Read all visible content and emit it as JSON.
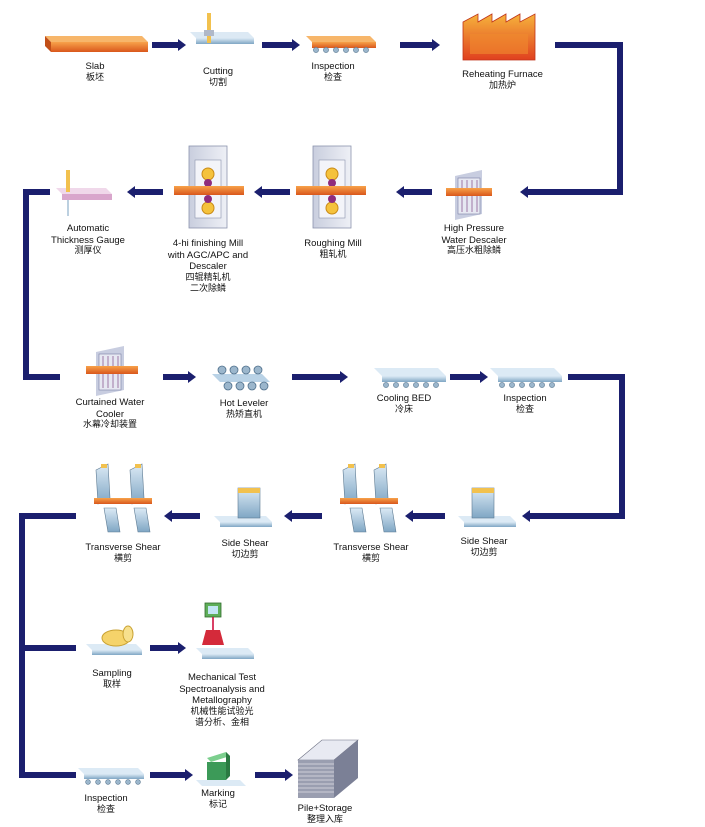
{
  "steps": {
    "slab": {
      "en": [
        "Slab"
      ],
      "zh": [
        "板坯"
      ]
    },
    "cutting": {
      "en": [
        "Cutting"
      ],
      "zh": [
        "切割"
      ]
    },
    "inspection1": {
      "en": [
        "Inspection"
      ],
      "zh": [
        "检查"
      ]
    },
    "reheating": {
      "en": [
        "Reheating Furnace"
      ],
      "zh": [
        "加热炉"
      ]
    },
    "descaler": {
      "en": [
        "High Pressure",
        "Water Descaler"
      ],
      "zh": [
        "高压水粗除鳞"
      ]
    },
    "roughing": {
      "en": [
        "Roughing Mill"
      ],
      "zh": [
        "粗轧机"
      ]
    },
    "finishing": {
      "en": [
        "4-hi finishing Mill",
        "with AGC/APC and",
        "Descaler"
      ],
      "zh": [
        "四辊精轧机",
        "二次除鳞"
      ]
    },
    "gauge": {
      "en": [
        "Automatic",
        "Thickness Gauge"
      ],
      "zh": [
        "测厚仪"
      ]
    },
    "cooler": {
      "en": [
        "Curtained Water",
        "Cooler"
      ],
      "zh": [
        "水幕冷却装置"
      ]
    },
    "leveler": {
      "en": [
        "Hot Leveler"
      ],
      "zh": [
        "热矫直机"
      ]
    },
    "coolingbed": {
      "en": [
        "Cooling BED"
      ],
      "zh": [
        "冷床"
      ]
    },
    "inspection2": {
      "en": [
        "Inspection"
      ],
      "zh": [
        "检查"
      ]
    },
    "sideshear1": {
      "en": [
        "Side Shear"
      ],
      "zh": [
        "切边剪"
      ]
    },
    "transshear1": {
      "en": [
        "Transverse Shear"
      ],
      "zh": [
        "横剪"
      ]
    },
    "sideshear2": {
      "en": [
        "Side Shear"
      ],
      "zh": [
        "切边剪"
      ]
    },
    "transshear2": {
      "en": [
        "Transverse Shear"
      ],
      "zh": [
        "横剪"
      ]
    },
    "sampling": {
      "en": [
        "Sampling"
      ],
      "zh": [
        "取样"
      ]
    },
    "mechtest": {
      "en": [
        "Mechanical Test",
        "Spectroanalysis and",
        "Metallography"
      ],
      "zh": [
        "机械性能试验光",
        "谱分析、金相"
      ]
    },
    "inspection3": {
      "en": [
        "Inspection"
      ],
      "zh": [
        "检查"
      ]
    },
    "marking": {
      "en": [
        "Marking"
      ],
      "zh": [
        "标记"
      ]
    },
    "pile": {
      "en": [
        "Pile+Storage"
      ],
      "zh": [
        "整理入库"
      ]
    }
  },
  "colors": {
    "flow": "#1b1f6e",
    "slab": "#e8702a",
    "steel": "#a9c6de",
    "furnace": "#e8542a",
    "mill": "#dde1ec"
  }
}
